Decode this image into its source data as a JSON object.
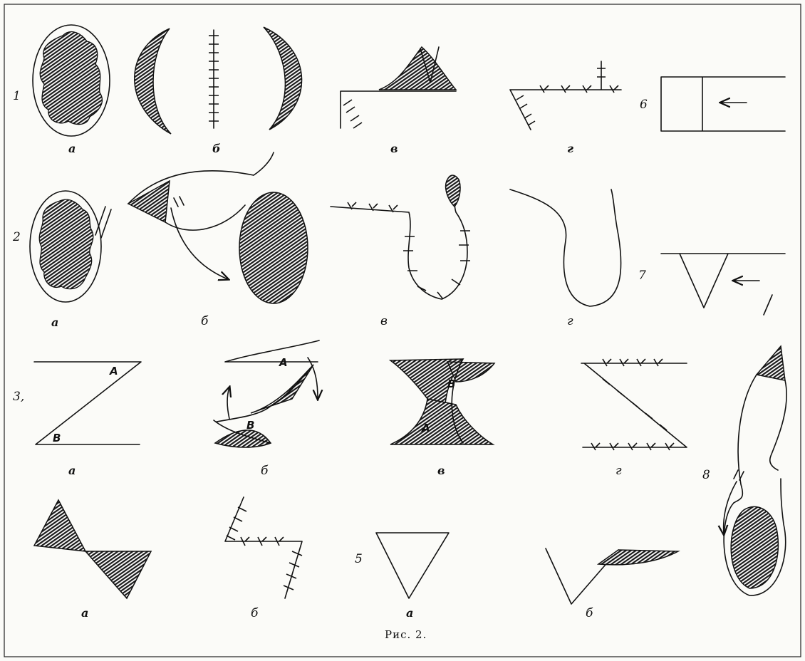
{
  "figure": {
    "caption": "Рис. 2.",
    "row_numbers": [
      "1",
      "2",
      "3,",
      "5",
      "6",
      "7",
      "8"
    ]
  },
  "row1": {
    "labels": [
      "а",
      "б",
      "в",
      "г"
    ]
  },
  "row2": {
    "labels": [
      "а",
      "б",
      "в",
      "г"
    ]
  },
  "row3": {
    "labels": [
      "а",
      "б",
      "в",
      "г"
    ],
    "points": [
      "A",
      "B"
    ]
  },
  "row4": {
    "labels": [
      "а",
      "б",
      "а",
      "б"
    ]
  }
}
